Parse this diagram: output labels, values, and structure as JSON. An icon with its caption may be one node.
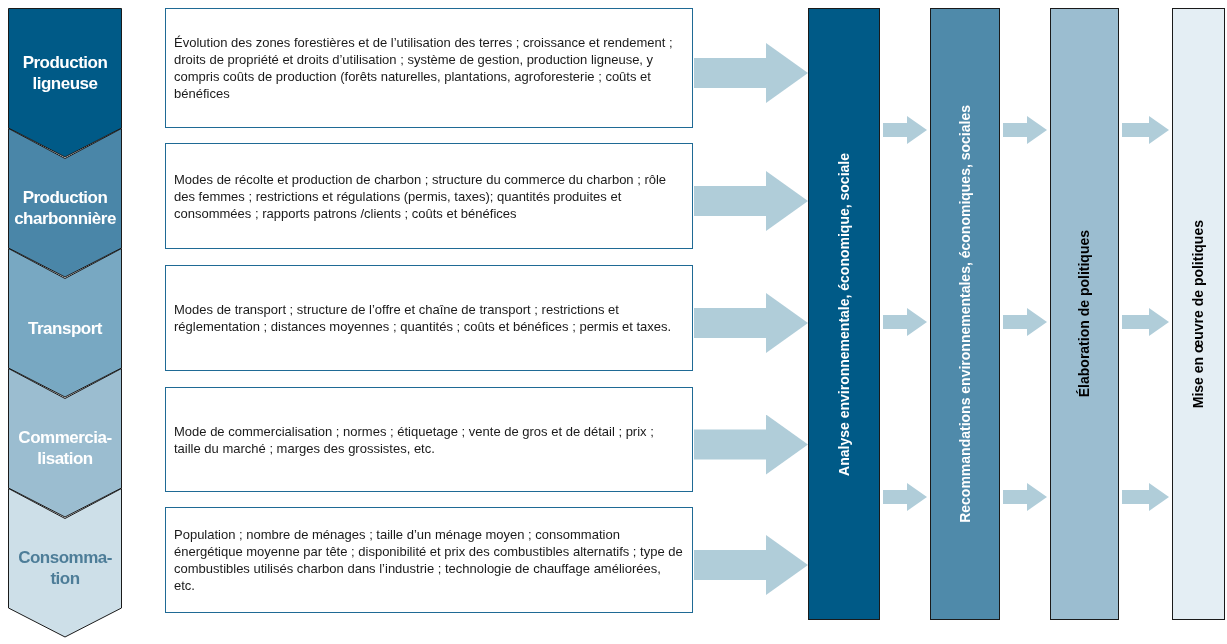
{
  "diagram": {
    "nodes": [
      {
        "text": [
          "Production ligneuse"
        ]
      },
      {
        "text": [
          "Production charbonnière"
        ]
      },
      {
        "text": [
          "Transport"
        ]
      },
      {
        "text": [
          "Commercia-lisation"
        ]
      },
      {
        "text": [
          "Consomma-tion"
        ]
      },
      {
        "text": [
          "Évolution des zones forestières et de l’utilisation des terres ; croissance et rendement ; droits de propriété et droits d’utilisation ; système de gestion, production ligneuse, y compris coûts de production (forêts naturelles, plantations, agroforesterie ; coûts et bénéfices"
        ]
      },
      {
        "text": [
          "Modes de récolte et production de charbon ; structure du commerce du charbon ; rôle des femmes ; restrictions et régulations (permis, taxes); quantités produites et consommées ; rapports patrons /clients ; coûts et bénéfices"
        ]
      },
      {
        "text": [
          "Modes de transport ; structure de l’offre et chaîne de transport ; restrictions et réglementation ; distances moyennes ; quantités ; coûts et bénéfices ; permis et taxes."
        ]
      },
      {
        "text": [
          "Mode de commercialisation ; normes ; étiquetage ; vente de gros et de détail ; prix ; taille du marché ; marges des grossistes, etc."
        ]
      },
      {
        "text": [
          "Population ; nombre de ménages ; taille d’un ménage moyen ; consommation énergétique moyenne par tête ; disponibilité et prix des combustibles alternatifs ; type de combustibles utilisés charbon dans l’industrie ; technologie de chauffage améliorées, etc."
        ]
      },
      {
        "text": [
          "Analyse environnementale, économique, sociale"
        ]
      },
      {
        "text": [
          "Recommandations environnementales, économiques, sociales"
        ]
      },
      {
        "text": [
          "Élaboration de politiques"
        ]
      },
      {
        "text": [
          "Mise en œuvre de politiques"
        ]
      }
    ],
    "edges": [
      {
        "from": 5,
        "to": 10,
        "arrow": "to",
        "style": "thick"
      },
      {
        "from": 6,
        "to": 10,
        "arrow": "to",
        "style": "thick"
      },
      {
        "from": 7,
        "to": 10,
        "arrow": "to",
        "style": "thick"
      },
      {
        "from": 8,
        "to": 10,
        "arrow": "to",
        "style": "thick"
      },
      {
        "from": 9,
        "to": 10,
        "arrow": "to",
        "style": "thick"
      },
      {
        "from": 10,
        "to": 11,
        "arrow": "to"
      },
      {
        "from": 10,
        "to": 11,
        "arrow": "to"
      },
      {
        "from": 10,
        "to": 11,
        "arrow": "to"
      },
      {
        "from": 11,
        "to": 12,
        "arrow": "to"
      },
      {
        "from": 11,
        "to": 12,
        "arrow": "to"
      },
      {
        "from": 11,
        "to": 12,
        "arrow": "to"
      },
      {
        "from": 12,
        "to": 13,
        "arrow": "to"
      },
      {
        "from": 12,
        "to": 13,
        "arrow": "to"
      },
      {
        "from": 12,
        "to": 13,
        "arrow": "to"
      }
    ]
  }
}
